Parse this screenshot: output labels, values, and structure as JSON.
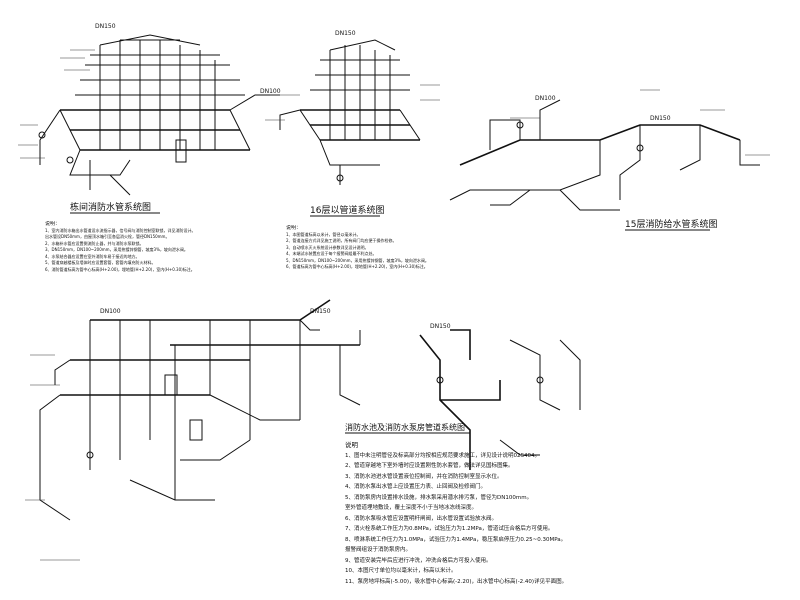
{
  "titles": {
    "fire_hydrant": "栋间消防水管系统图",
    "sprinkler": "16层以管道系统图",
    "water_supply": "15层消防给水管系统图",
    "combined": "消防水池及消防水泵房管道系统图"
  },
  "pipe_labels": [
    "DN150",
    "DN100",
    "DN150",
    "DN100",
    "DN150",
    "DN100",
    "DN150",
    "DN150"
  ],
  "notes_small_1": {
    "heading": "说明：",
    "lines": [
      "1、室内消防水箱出水管道设水流指示器，信号阀与消防控制室联锁，详见消防设计。",
      "   出水管设DN50mm，由屋顶水箱引至各层消火栓，管径DN150mm。",
      "2、水箱补水管应设置倒流防止器，并与消防水泵联锁。",
      "3、DN150mm，DN100~200mm，采用热镀锌钢管，坡度3%，坡向泄水阀。",
      "4、水泵结合器应设置在室外消防车易于接近的地方。",
      "5、管道穿越楼板及墙体时应设置套管，套管内填充防火材料。",
      "6、消防管道标高为管中心标高(H+2.00)，埋地管(H+2.20)，室内(H+0.30)标注。"
    ]
  },
  "notes_small_2": {
    "heading": "说明：",
    "lines": [
      "1、本图管道标高以米计，管径以毫米计。",
      "2、管道连接方式详见施工说明，所有阀门均应便于操作检修。",
      "3、自动喷水灭火系统设计参数详见设计说明。",
      "4、末端试水装置应设于每个报警阀组最不利点处。",
      "5、DN150mm，DN100~200mm，采用热镀锌钢管，坡度3%，坡向泄水阀。",
      "6、管道标高为管中心标高(H+2.00)，埋地管(H+2.20)，室内(H+0.30)标注。"
    ]
  },
  "notes_main": {
    "heading": "说明",
    "lines": [
      "1、图中未注明管径及标高部分均按相应规范要求施工，详见设计说明02S404。",
      "2、管道穿越地下室外墙时应设置刚性防水套管，做法详见国标图集。",
      "3、消防水池进水管设置液位控制阀，并在消防控制室显示水位。",
      "4、消防水泵出水管上应设置压力表、止回阀及检修阀门。",
      "5、消防泵房内设置排水设施，排水泵采用潜水排污泵，管径为DN100mm。",
      "   室外管道埋地敷设，覆土深度不小于当地冰冻线深度。",
      "6、消防水泵吸水管应设置明杆闸阀，出水管设置试验放水阀。",
      "7、消火栓系统工作压力为0.8MPa，试验压力为1.2MPa，管道试压合格后方可使用。",
      "8、喷淋系统工作压力为1.0MPa，试验压力为1.4MPa，稳压泵启停压力0.25~0.30MPa。",
      "   报警阀组设于消防泵房内。",
      "9、管道安装完毕后应进行冲洗，冲洗合格后方可投入使用。",
      "10、本图尺寸单位均以毫米计，标高以米计。",
      "11、泵房地坪标高(-5.00)，吸水管中心标高(-2.20)，出水管中心标高(-2.40)详见平面图。"
    ]
  }
}
